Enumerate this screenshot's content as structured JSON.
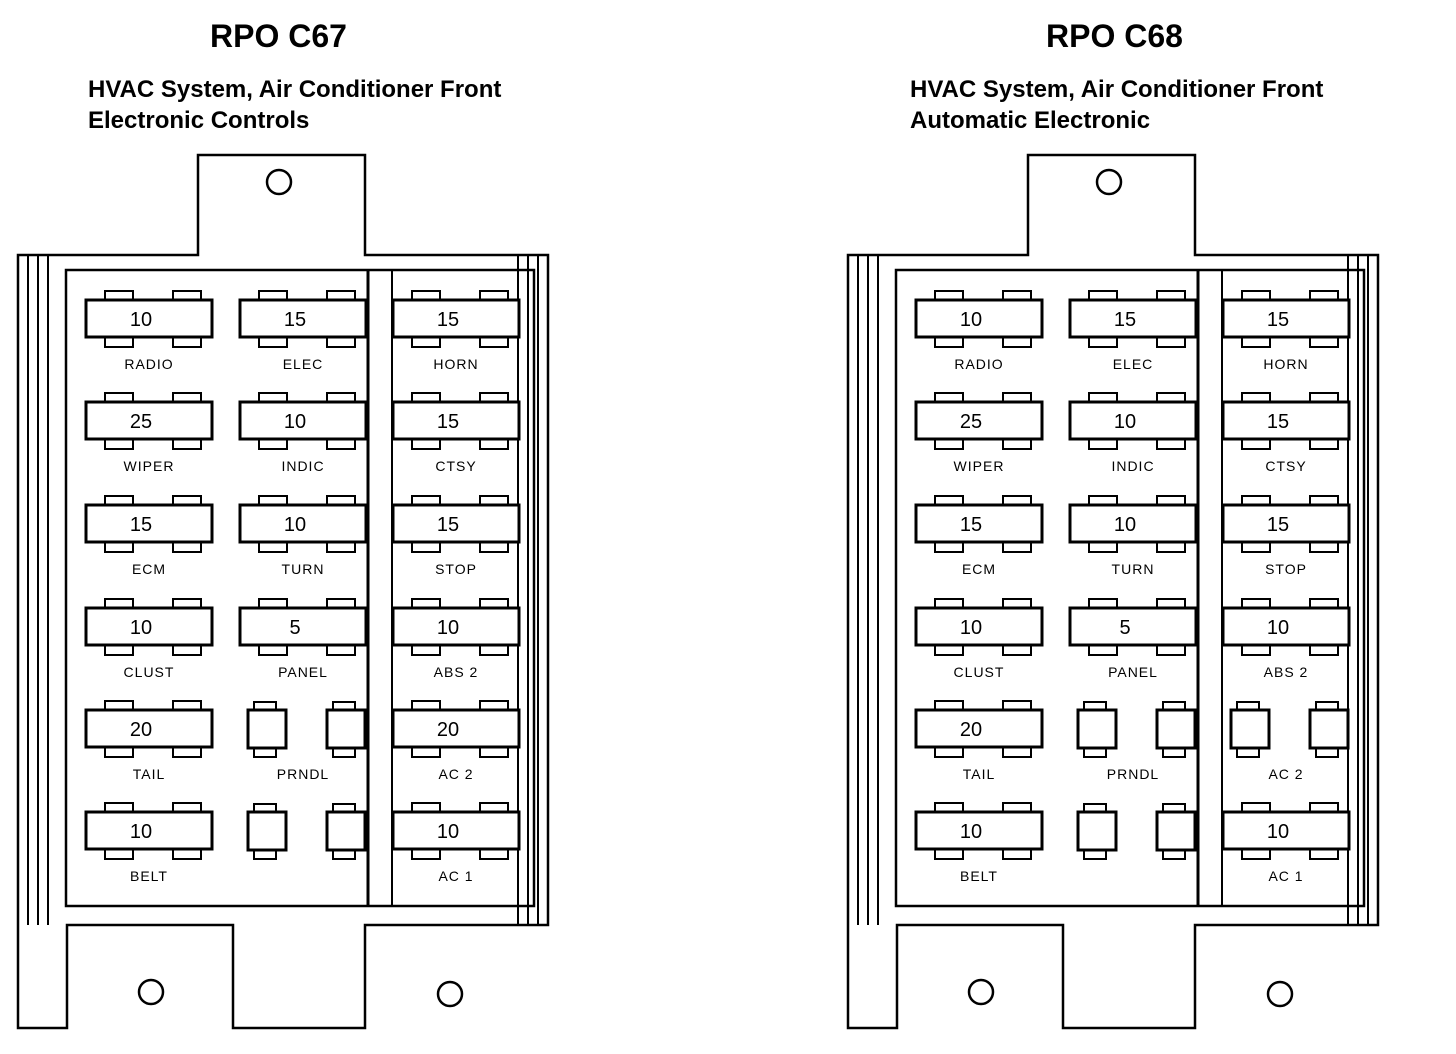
{
  "panels": [
    {
      "title": "RPO  C67",
      "subtitle_line1": "HVAC System, Air Conditioner Front",
      "subtitle_line2": "Electronic Controls",
      "columns": [
        [
          {
            "type": "fuse",
            "rating": "10",
            "label": "RADIO"
          },
          {
            "type": "fuse",
            "rating": "25",
            "label": "WIPER"
          },
          {
            "type": "fuse",
            "rating": "15",
            "label": "ECM"
          },
          {
            "type": "fuse",
            "rating": "10",
            "label": "CLUST"
          },
          {
            "type": "fuse",
            "rating": "20",
            "label": "TAIL"
          },
          {
            "type": "fuse",
            "rating": "10",
            "label": "BELT"
          }
        ],
        [
          {
            "type": "fuse",
            "rating": "15",
            "label": "ELEC"
          },
          {
            "type": "fuse",
            "rating": "10",
            "label": "INDIC"
          },
          {
            "type": "fuse",
            "rating": "10",
            "label": "TURN"
          },
          {
            "type": "fuse",
            "rating": "5",
            "label": "PANEL"
          },
          {
            "type": "empty",
            "rating": "",
            "label": "PRNDL"
          },
          {
            "type": "empty",
            "rating": "",
            "label": ""
          }
        ],
        [
          {
            "type": "fuse",
            "rating": "15",
            "label": "HORN"
          },
          {
            "type": "fuse",
            "rating": "15",
            "label": "CTSY"
          },
          {
            "type": "fuse",
            "rating": "15",
            "label": "STOP"
          },
          {
            "type": "fuse",
            "rating": "10",
            "label": "ABS 2"
          },
          {
            "type": "fuse",
            "rating": "20",
            "label": "AC 2"
          },
          {
            "type": "fuse",
            "rating": "10",
            "label": "AC 1"
          }
        ]
      ]
    },
    {
      "title": "RPO C68",
      "subtitle_line1": "HVAC System, Air Conditioner Front",
      "subtitle_line2": "Automatic Electronic",
      "columns": [
        [
          {
            "type": "fuse",
            "rating": "10",
            "label": "RADIO"
          },
          {
            "type": "fuse",
            "rating": "25",
            "label": "WIPER"
          },
          {
            "type": "fuse",
            "rating": "15",
            "label": "ECM"
          },
          {
            "type": "fuse",
            "rating": "10",
            "label": "CLUST"
          },
          {
            "type": "fuse",
            "rating": "20",
            "label": "TAIL"
          },
          {
            "type": "fuse",
            "rating": "10",
            "label": "BELT"
          }
        ],
        [
          {
            "type": "fuse",
            "rating": "15",
            "label": "ELEC"
          },
          {
            "type": "fuse",
            "rating": "10",
            "label": "INDIC"
          },
          {
            "type": "fuse",
            "rating": "10",
            "label": "TURN"
          },
          {
            "type": "fuse",
            "rating": "5",
            "label": "PANEL"
          },
          {
            "type": "empty",
            "rating": "",
            "label": "PRNDL"
          },
          {
            "type": "empty",
            "rating": "",
            "label": ""
          }
        ],
        [
          {
            "type": "fuse",
            "rating": "15",
            "label": "HORN"
          },
          {
            "type": "fuse",
            "rating": "15",
            "label": "CTSY"
          },
          {
            "type": "fuse",
            "rating": "15",
            "label": "STOP"
          },
          {
            "type": "fuse",
            "rating": "10",
            "label": "ABS 2"
          },
          {
            "type": "empty",
            "rating": "",
            "label": "AC 2"
          },
          {
            "type": "fuse",
            "rating": "10",
            "label": "AC 1"
          }
        ]
      ]
    }
  ]
}
